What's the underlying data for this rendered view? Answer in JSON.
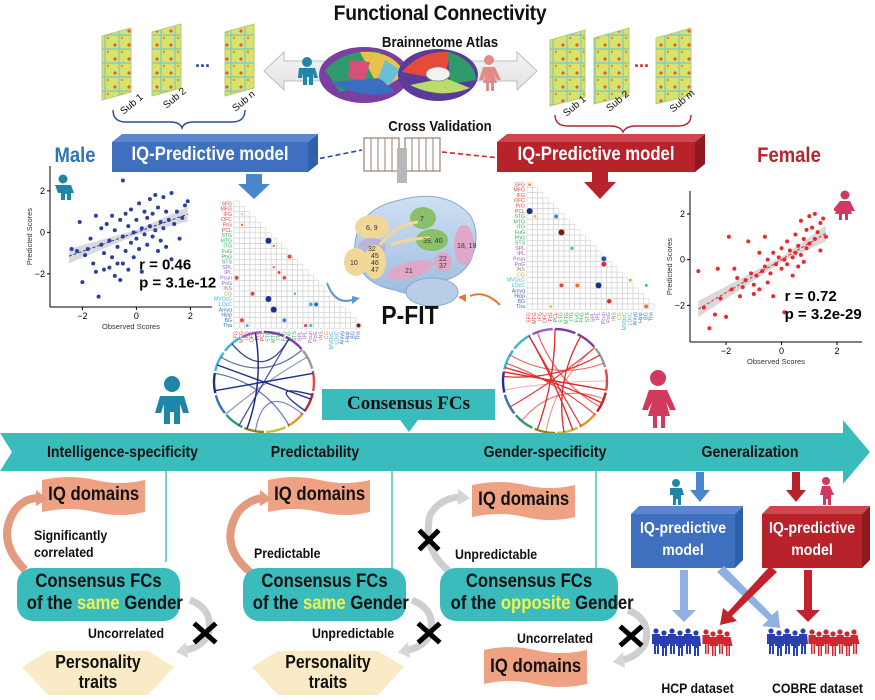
{
  "header": {
    "title": "Functional Connectivity",
    "atlas_label": "Brainnetome Atlas",
    "cross_validation_label": "Cross Validation"
  },
  "male_subjects": {
    "labels": [
      "Sub 1",
      "Sub 2",
      "Sub n"
    ],
    "ellipsis": "..."
  },
  "female_subjects": {
    "labels": [
      "Sub 1",
      "Sub 2",
      "Sub m"
    ],
    "ellipsis": "..."
  },
  "models": {
    "male": {
      "gender_label": "Male",
      "model_label": "IQ-Predictive model",
      "color": "#3a6fc0"
    },
    "female": {
      "gender_label": "Female",
      "model_label": "IQ-Predictive model",
      "color": "#c0232b"
    }
  },
  "pfit": {
    "label": "P-FIT",
    "regions": [
      "6, 9",
      "7",
      "39, 40",
      "32",
      "45 46 47",
      "10",
      "21",
      "18, 19",
      "22, 37"
    ]
  },
  "matrix_labels": [
    "SFG",
    "MFG",
    "IFG",
    "OFC",
    "PrG",
    "PCL",
    "STG",
    "MTG",
    "ITG",
    "FuG",
    "PhG",
    "STS",
    "SPL",
    "IPL",
    "Pcun",
    "PoG",
    "INS",
    "CG",
    "MVOcC",
    "LOcC",
    "Amyg",
    "Hipp",
    "BG",
    "Tha"
  ],
  "center_banner": {
    "label": "Consensus FCs"
  },
  "timeline": {
    "stages": [
      "Intelligence-specificity",
      "Predictability",
      "Gender-specificity",
      "Generalization"
    ]
  },
  "panels": {
    "intelligence": {
      "iq_label": "IQ domains",
      "relation_top": "Significantly correlated",
      "fc_line1": "Consensus FCs",
      "fc_line2_pre": "of the ",
      "fc_highlight": "same",
      "fc_line2_post": " Gender",
      "relation_bottom": "Uncorrelated",
      "bottom_label_1": "Personality",
      "bottom_label_2": "traits"
    },
    "predictability": {
      "iq_label": "IQ domains",
      "relation_top": "Predictable",
      "fc_line1": "Consensus FCs",
      "fc_line2_pre": "of the ",
      "fc_highlight": "same",
      "fc_line2_post": " Gender",
      "relation_bottom": "Unpredictable",
      "bottom_label_1": "Personality",
      "bottom_label_2": "traits"
    },
    "gender": {
      "iq_label": "IQ domains",
      "relation_top": "Unpredictable",
      "fc_line1": "Consensus FCs",
      "fc_line2_pre": "of the ",
      "fc_highlight": "opposite",
      "fc_line2_post": " Gender",
      "relation_bottom": "Uncorrelated",
      "bottom_label": "IQ domains"
    },
    "generalization": {
      "male_model_1": "IQ-predictive",
      "male_model_2": "model",
      "female_model_1": "IQ-predictive",
      "female_model_2": "model",
      "dataset_1": "HCP dataset",
      "dataset_2": "COBRE dataset"
    }
  },
  "chart_data": [
    {
      "type": "scatter",
      "title": "Male",
      "xlabel": "Observed Scores",
      "ylabel": "Predicted Scores",
      "xlim": [
        -3.2,
        2.8
      ],
      "ylim": [
        -3.6,
        3.2
      ],
      "xticks": [
        "-2",
        "0",
        "2"
      ],
      "yticks": [
        "2",
        "0",
        "-2"
      ],
      "annotation_r": "r = 0.46",
      "annotation_p": "p = 3.1e-12",
      "fit": {
        "slope": 0.46,
        "intercept": 0.0,
        "x_range": [
          -2.5,
          1.9
        ]
      },
      "points_color": "#2a3fa0",
      "points": [
        [
          -2.4,
          -0.8
        ],
        [
          -2.2,
          -0.9
        ],
        [
          -2.1,
          0.5
        ],
        [
          -2.0,
          -2.4
        ],
        [
          -1.9,
          -1.1
        ],
        [
          -1.8,
          -0.8
        ],
        [
          -1.7,
          -0.3
        ],
        [
          -1.6,
          -1.5
        ],
        [
          -1.5,
          -1.9
        ],
        [
          -1.5,
          0.8
        ],
        [
          -1.4,
          -3.1
        ],
        [
          -1.3,
          -0.6
        ],
        [
          -1.3,
          0.2
        ],
        [
          -1.2,
          -1.0
        ],
        [
          -1.2,
          -1.8
        ],
        [
          -1.1,
          0.4
        ],
        [
          -1.0,
          -1.7
        ],
        [
          -1.0,
          -0.4
        ],
        [
          -0.9,
          0.8
        ],
        [
          -0.9,
          -1.2
        ],
        [
          -0.8,
          -2.1
        ],
        [
          -0.8,
          0.1
        ],
        [
          -0.7,
          -1.5
        ],
        [
          -0.7,
          -0.7
        ],
        [
          -0.6,
          0.6
        ],
        [
          -0.6,
          -2.3
        ],
        [
          -0.5,
          2.5
        ],
        [
          -0.5,
          -0.2
        ],
        [
          -0.5,
          -1.5
        ],
        [
          -0.4,
          0.9
        ],
        [
          -0.4,
          -0.9
        ],
        [
          -0.3,
          0.3
        ],
        [
          -0.3,
          -1.8
        ],
        [
          -0.2,
          -0.5
        ],
        [
          -0.2,
          1.1
        ],
        [
          -0.1,
          0.0
        ],
        [
          -0.1,
          -1.2
        ],
        [
          0.0,
          0.6
        ],
        [
          0.0,
          -0.3
        ],
        [
          0.1,
          1.4
        ],
        [
          0.1,
          -0.8
        ],
        [
          0.2,
          0.2
        ],
        [
          0.2,
          -1.9
        ],
        [
          0.3,
          1.0
        ],
        [
          0.3,
          -0.1
        ],
        [
          0.4,
          0.7
        ],
        [
          0.4,
          -0.6
        ],
        [
          0.5,
          1.6
        ],
        [
          0.5,
          0.3
        ],
        [
          0.6,
          -0.2
        ],
        [
          0.6,
          0.9
        ],
        [
          0.7,
          1.8
        ],
        [
          0.7,
          0.1
        ],
        [
          0.8,
          -0.9
        ],
        [
          0.8,
          1.2
        ],
        [
          0.9,
          0.5
        ],
        [
          0.9,
          -0.4
        ],
        [
          1.0,
          1.7
        ],
        [
          1.0,
          0.2
        ],
        [
          1.1,
          1.0
        ],
        [
          1.1,
          -0.7
        ],
        [
          1.2,
          0.6
        ],
        [
          1.3,
          1.9
        ],
        [
          1.3,
          -1.3
        ],
        [
          1.4,
          0.4
        ],
        [
          1.5,
          1.0
        ],
        [
          1.6,
          -0.3
        ],
        [
          1.7,
          0.7
        ],
        [
          1.8,
          1.3
        ],
        [
          1.9,
          1.5
        ]
      ]
    },
    {
      "type": "scatter",
      "title": "Female",
      "xlabel": "Observed Scores",
      "ylabel": "Predicted Scores",
      "xlim": [
        -3.3,
        2.9
      ],
      "ylim": [
        -3.6,
        3.0
      ],
      "xticks": [
        "-2",
        "0",
        "2"
      ],
      "yticks": [
        "2",
        "0",
        "-2"
      ],
      "annotation_r": "r = 0.72",
      "annotation_p": "p = 3.2e-29",
      "fit": {
        "slope": 0.72,
        "intercept": 0.0,
        "x_range": [
          -3.0,
          1.6
        ]
      },
      "points_color": "#e8282e",
      "points": [
        [
          -3.0,
          -0.5
        ],
        [
          -2.8,
          -2.1
        ],
        [
          -2.6,
          -3.0
        ],
        [
          -2.4,
          -2.4
        ],
        [
          -2.3,
          -0.4
        ],
        [
          -2.2,
          -1.7
        ],
        [
          -2.0,
          -2.5
        ],
        [
          -1.9,
          1.0
        ],
        [
          -1.8,
          -1.3
        ],
        [
          -1.7,
          -0.4
        ],
        [
          -1.6,
          -0.8
        ],
        [
          -1.5,
          -1.6
        ],
        [
          -1.4,
          -1.2
        ],
        [
          -1.3,
          -0.9
        ],
        [
          -1.2,
          0.8
        ],
        [
          -1.1,
          -0.6
        ],
        [
          -1.0,
          -1.1
        ],
        [
          -1.0,
          -1.5
        ],
        [
          -0.9,
          -0.7
        ],
        [
          -0.8,
          0.3
        ],
        [
          -0.8,
          -1.3
        ],
        [
          -0.7,
          -0.5
        ],
        [
          -0.6,
          -0.3
        ],
        [
          -0.6,
          1.0
        ],
        [
          -0.5,
          -1.0
        ],
        [
          -0.5,
          0.0
        ],
        [
          -0.4,
          -0.6
        ],
        [
          -0.3,
          0.3
        ],
        [
          -0.3,
          -1.6
        ],
        [
          -0.2,
          -0.2
        ],
        [
          -0.1,
          0.1
        ],
        [
          0.0,
          0.5
        ],
        [
          0.0,
          -0.4
        ],
        [
          0.1,
          0.0
        ],
        [
          0.1,
          -2.3
        ],
        [
          0.2,
          0.8
        ],
        [
          0.2,
          -0.2
        ],
        [
          0.3,
          0.4
        ],
        [
          0.4,
          0.1
        ],
        [
          0.4,
          -0.7
        ],
        [
          0.5,
          1.1
        ],
        [
          0.5,
          0.3
        ],
        [
          0.6,
          0.6
        ],
        [
          0.6,
          -0.3
        ],
        [
          0.7,
          1.7
        ],
        [
          0.7,
          0.2
        ],
        [
          0.8,
          0.9
        ],
        [
          0.8,
          -0.1
        ],
        [
          0.9,
          1.3
        ],
        [
          0.9,
          0.5
        ],
        [
          1.0,
          1.9
        ],
        [
          1.0,
          0.7
        ],
        [
          1.1,
          1.4
        ],
        [
          1.2,
          2.0
        ],
        [
          1.2,
          0.9
        ],
        [
          1.3,
          1.2
        ],
        [
          1.4,
          1.6
        ],
        [
          1.4,
          0.4
        ],
        [
          1.5,
          1.8
        ],
        [
          1.6,
          1.0
        ]
      ]
    }
  ]
}
